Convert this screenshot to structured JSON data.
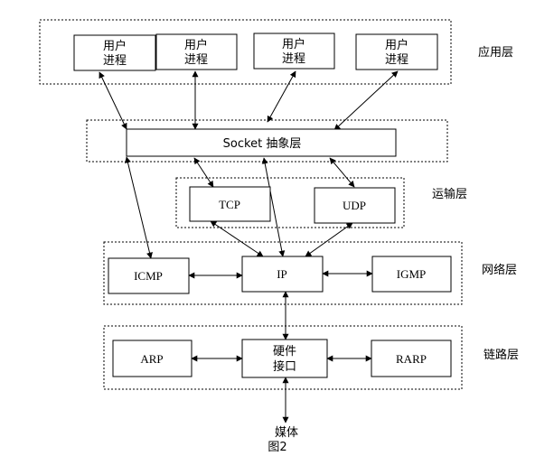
{
  "layers": {
    "application": "应用层",
    "transport": "运输层",
    "network": "网络层",
    "link": "链路层"
  },
  "application_processes": [
    {
      "line1": "用户",
      "line2": "进程"
    },
    {
      "line1": "用户",
      "line2": "进程"
    },
    {
      "line1": "用户",
      "line2": "进程"
    },
    {
      "line1": "用户",
      "line2": "进程"
    }
  ],
  "socket_layer": "Socket 抽象层",
  "transport_protocols": {
    "tcp": "TCP",
    "udp": "UDP"
  },
  "network_protocols": {
    "icmp": "ICMP",
    "ip": "IP",
    "igmp": "IGMP"
  },
  "link_components": {
    "arp": "ARP",
    "hw_line1": "硬件",
    "hw_line2": "接口",
    "rarp": "RARP"
  },
  "media": "媒体",
  "caption": "图2"
}
